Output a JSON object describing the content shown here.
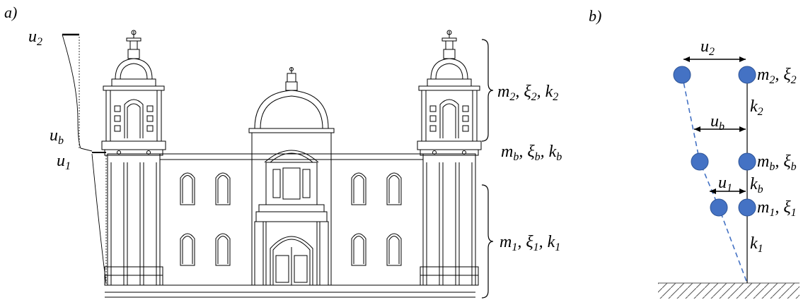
{
  "panels": {
    "a": {
      "label": "a)"
    },
    "b": {
      "label": "b)"
    }
  },
  "facade_labels": {
    "u2": {
      "sym": "u",
      "sub": "2"
    },
    "ub": {
      "sym": "u",
      "sub": "b"
    },
    "u1": {
      "sym": "u",
      "sub": "1"
    },
    "tower_params": {
      "text": "m",
      "sub1": "2",
      "xi": "ξ",
      "sub2": "2",
      "k": "k",
      "sub3": "2"
    },
    "base_params": {
      "text": "m",
      "sub1": "b",
      "xi": "ξ",
      "sub2": "b",
      "k": "k",
      "sub3": "b"
    },
    "body_params": {
      "text": "m",
      "sub1": "1",
      "xi": "ξ",
      "sub2": "1",
      "k": "k",
      "sub3": "1"
    }
  },
  "model_labels": {
    "u2": {
      "sym": "u",
      "sub": "2"
    },
    "ub": {
      "sym": "u",
      "sub": "b"
    },
    "u1": {
      "sym": "u",
      "sub": "1"
    },
    "m2": {
      "m": "m",
      "msub": "2",
      "xi": "ξ",
      "xisub": "2"
    },
    "mb": {
      "m": "m",
      "msub": "b",
      "xi": "ξ",
      "xisub": "b"
    },
    "m1": {
      "m": "m",
      "msub": "1",
      "xi": "ξ",
      "xisub": "1"
    },
    "k2": {
      "sym": "k",
      "sub": "2"
    },
    "kb": {
      "sym": "k",
      "sub": "b"
    },
    "k1": {
      "sym": "k",
      "sub": "1"
    }
  },
  "colors": {
    "mass_fill": "#4472c4",
    "mass_stroke": "#2f5597",
    "deformed_line": "#4472c4",
    "line": "#000000"
  }
}
